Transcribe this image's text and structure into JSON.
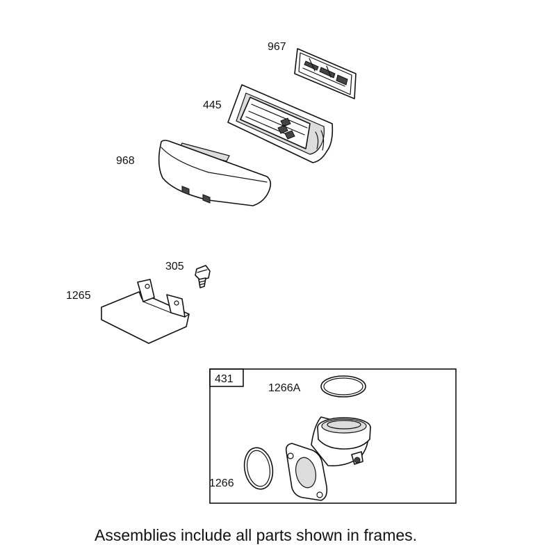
{
  "labels": {
    "p967": "967",
    "p445": "445",
    "p968": "968",
    "p305": "305",
    "p1265": "1265",
    "frame431": "431",
    "p1266A": "1266A",
    "p1266": "1266"
  },
  "footer": {
    "note": "Assemblies include all parts shown in frames."
  }
}
